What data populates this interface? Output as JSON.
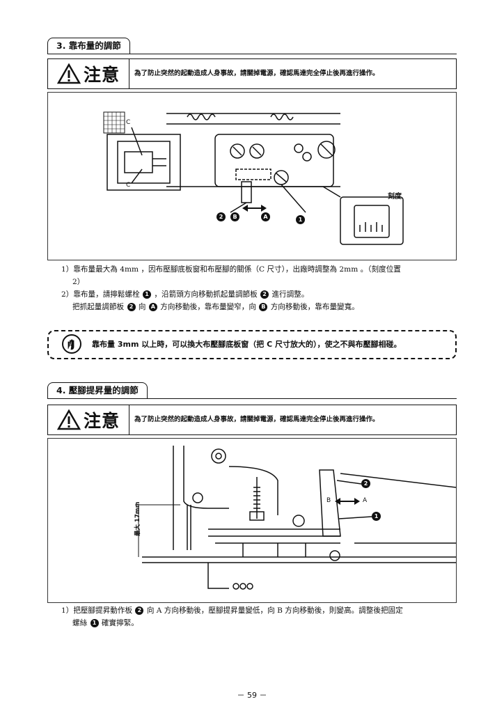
{
  "section3": {
    "title": "3. 靠布量的調節",
    "caution_word": "注意",
    "caution_text": "為了防止突然的起動造成人身事故，請關掉電源，確認馬達完全停止後再進行操作。",
    "figure": {
      "label_scale": "刻度",
      "label_c1": "C",
      "label_c2": "C",
      "m1": "1",
      "m2": "2",
      "ma": "A",
      "mb": "B"
    },
    "item1": {
      "a": "1）靠布量最大為 4mm ，因布壓腳底板窗和布壓腳的關係（C 尺寸），出廠時調整為 2mm 。（刻度位置",
      "b": "2）"
    },
    "item2": {
      "a": "2）靠布量，請擰鬆螺栓 ",
      "b": " ，沿箭頭方向移動抓起量調節板 ",
      "c": " 進行調整。"
    },
    "item3": {
      "a": "把抓起量調節板 ",
      "b": " 向 ",
      "c": " 方向移動後，靠布量變窄，向 ",
      "d": " 方向移動後，靠布量變寬。"
    },
    "note": "靠布量 3mm 以上時，可以換大布壓腳底板窗（把 C 尺寸放大的），使之不與布壓腳相碰。"
  },
  "section4": {
    "title": "4. 壓腳提昇量的調節",
    "caution_word": "注意",
    "caution_text": "為了防止突然的起動造成人身事故，請關掉電源，確認馬達完全停止後再進行操作。",
    "figure": {
      "label_max": "最大 17mm",
      "m1": "1",
      "m2": "2",
      "la": "A",
      "lb": "B"
    },
    "item1": {
      "a": "1）把壓腳提昇動作板 ",
      "b": " 向 A 方向移動後，壓腳提昇量變低，向 B 方向移動後，則變高。調整後把固定",
      "c": "螺絲 ",
      "d": " 確實擰緊。"
    }
  },
  "page_number": "－ 59 －"
}
